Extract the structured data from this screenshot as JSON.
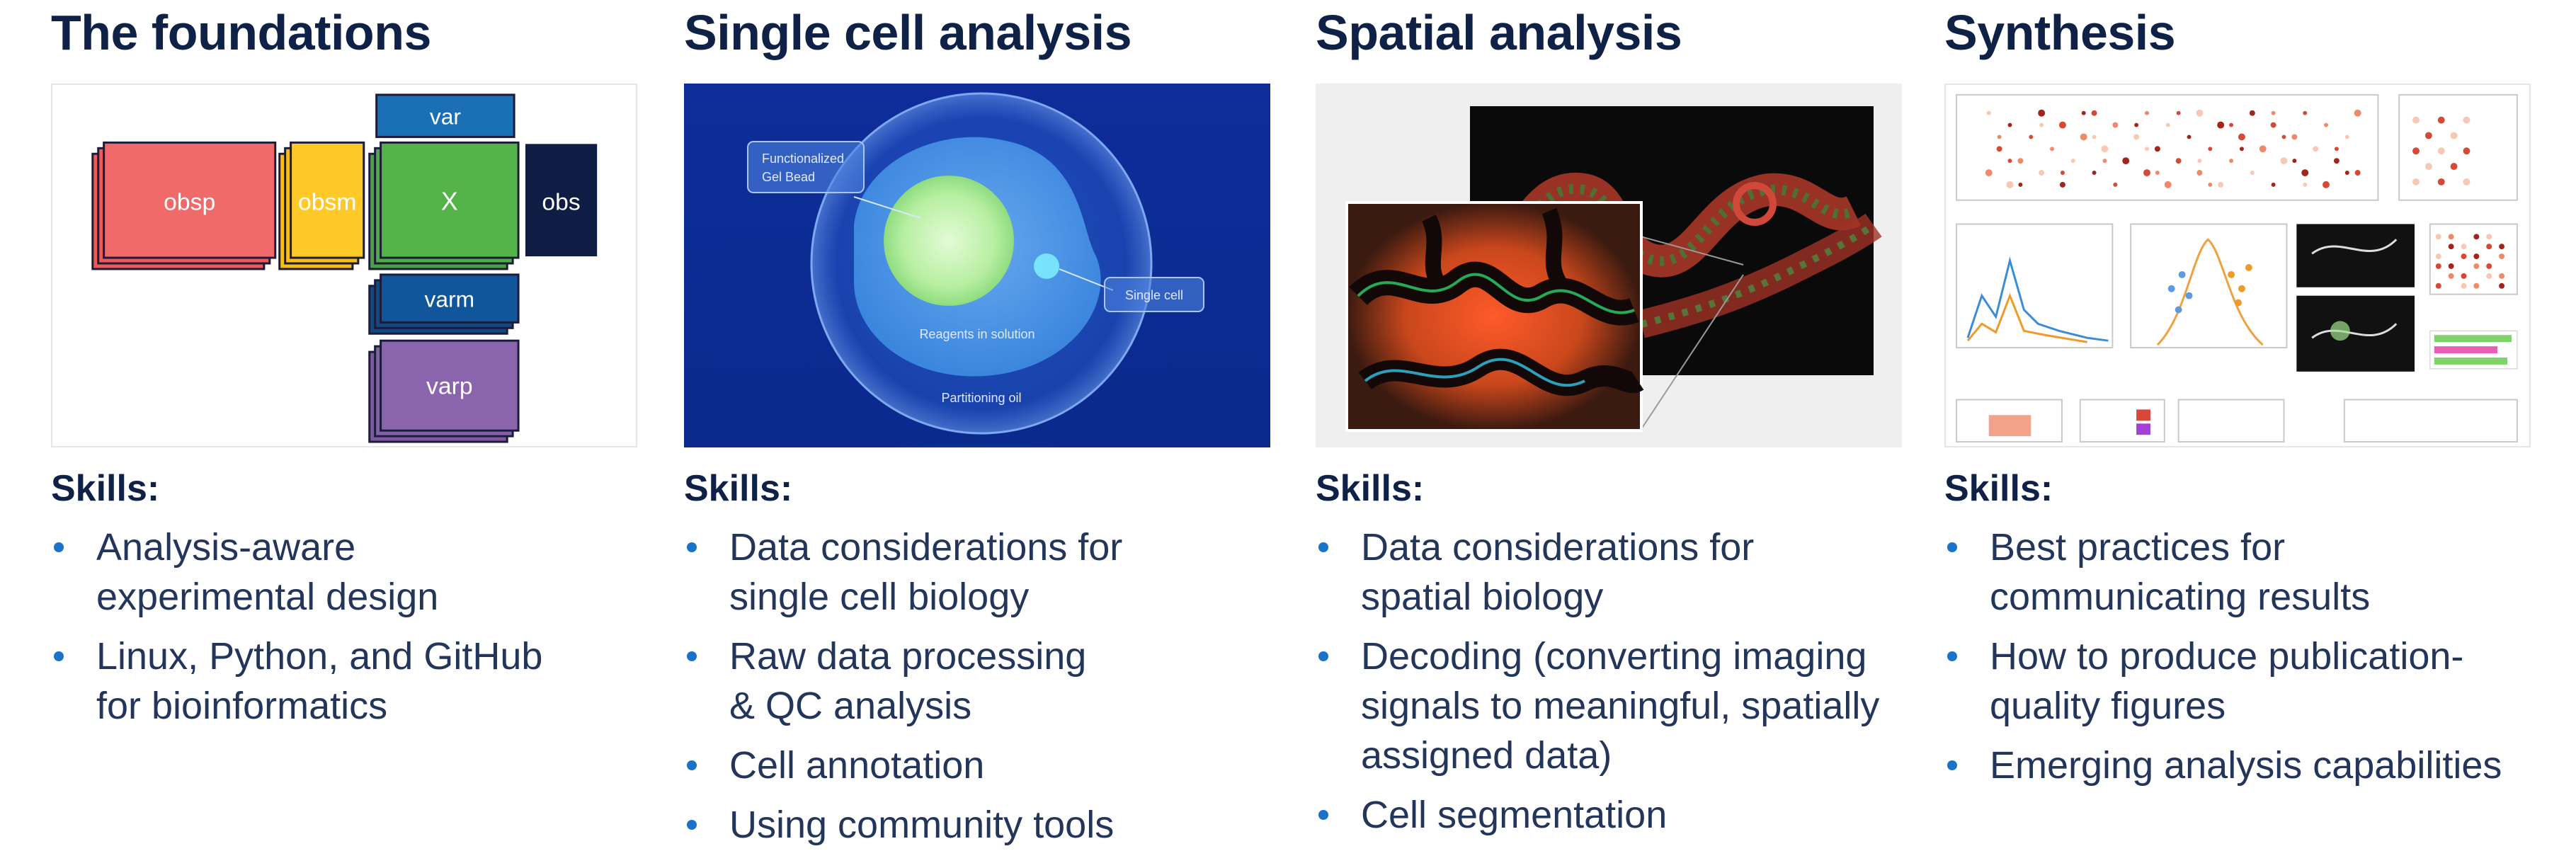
{
  "columns": [
    {
      "title": "The foundations",
      "skills_label": "Skills:",
      "diagram": {
        "obsp": "obsp",
        "obsm": "obsm",
        "x": "X",
        "obs": "obs",
        "var": "var",
        "varm": "varm",
        "varp": "varp"
      },
      "skills": [
        [
          "Analysis-aware",
          "experimental design"
        ],
        [
          "Linux, Python, and GitHub",
          "for bioinformatics"
        ]
      ]
    },
    {
      "title": "Single cell analysis",
      "skills_label": "Skills:",
      "illustration": {
        "bead_label": [
          "Functionalized",
          "Gel Bead"
        ],
        "cell_label": "Single cell",
        "reagents_label": "Reagents in solution",
        "oil_label": "Partitioning oil"
      },
      "skills": [
        [
          "Data considerations for",
          "single cell biology"
        ],
        [
          "Raw data processing",
          "& QC analysis"
        ],
        [
          "Cell annotation"
        ],
        [
          "Using community tools"
        ]
      ]
    },
    {
      "title": "Spatial analysis",
      "skills_label": "Skills:",
      "skills": [
        [
          "Data considerations for",
          "spatial biology"
        ],
        [
          "Decoding (converting imaging",
          "signals to meaningful, spatially",
          "assigned data)"
        ],
        [
          "Cell segmentation"
        ]
      ]
    },
    {
      "title": "Synthesis",
      "skills_label": "Skills:",
      "skills": [
        [
          "Best practices for",
          "communicating results"
        ],
        [
          "How to produce publication-",
          "quality figures"
        ],
        [
          "Emerging analysis capabilities"
        ]
      ]
    }
  ],
  "colors": {
    "title": "#0f2146",
    "bullet": "#1a73c9",
    "obsp": "#ec5a5a",
    "obsm": "#f6bd19",
    "x": "#54b348",
    "obs": "#0f1d44",
    "var": "#1a6fb5",
    "varm": "#0d4a86",
    "varp": "#8a65ad"
  }
}
